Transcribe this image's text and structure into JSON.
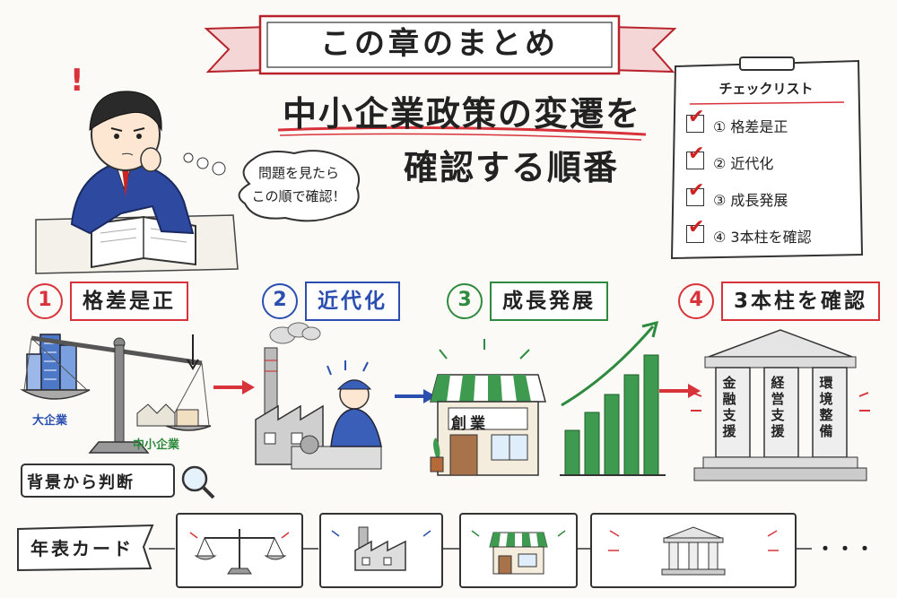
{
  "title_ribbon": "この章のまとめ",
  "subtitle_line1": "中小企業政策の変遷を",
  "subtitle_line2": "確認する順番",
  "speech_bubble": {
    "line1": "問題を見たら",
    "line2": "この順で確認！"
  },
  "checklist": {
    "title": "チェックリスト",
    "items": [
      "① 格差是正",
      "② 近代化",
      "③ 成長発展",
      "④ 3本柱を確認"
    ]
  },
  "steps": [
    {
      "num": "1",
      "label": "格差是正",
      "color": "#d8323a"
    },
    {
      "num": "2",
      "label": "近代化",
      "color": "#2a4fb0"
    },
    {
      "num": "3",
      "label": "成長発展",
      "color": "#2e8a3e"
    },
    {
      "num": "4",
      "label": "3本柱を確認",
      "color": "#d8323a"
    }
  ],
  "scale_labels": {
    "big": "大企業",
    "small": "中小企業"
  },
  "background_judgement": "背景から判断",
  "shop_sign": "創業",
  "pillars": [
    "金融支援",
    "経営支援",
    "環境整備"
  ],
  "timeline": {
    "label": "年表カード",
    "ellipsis": "・・・"
  },
  "exclamation": "!"
}
